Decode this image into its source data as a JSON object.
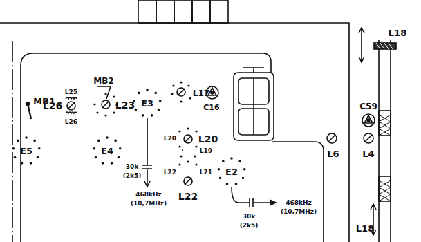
{
  "diagram": {
    "nodes": [
      {
        "text": [
          "E3"
        ]
      },
      {
        "text": [
          "E5"
        ]
      },
      {
        "text": [
          "E4"
        ]
      },
      {
        "text": [
          "E2"
        ]
      }
    ],
    "labels": [
      "L18",
      "L17",
      "C16",
      "MB2",
      "L25",
      "L26",
      "L23",
      "MB1",
      "L26",
      "L20",
      "L20",
      "L19",
      "C59",
      "L6",
      "L4",
      "L22",
      "L21",
      "L22",
      "30k",
      "(2k5)",
      "468kHz",
      "(10,7MHz)",
      "30k",
      "(2k5)",
      "468kHz",
      "(10,7MHz)",
      "L18"
    ]
  }
}
